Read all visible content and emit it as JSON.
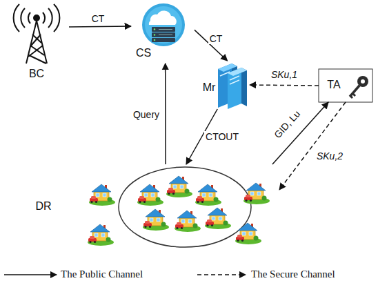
{
  "diagram": {
    "nodes": [
      {
        "text": [
          "BC"
        ]
      },
      {
        "text": [
          "CS"
        ]
      },
      {
        "text": [
          "Mr"
        ]
      },
      {
        "text": [
          "TA"
        ]
      },
      {
        "text": [
          "DR"
        ]
      }
    ],
    "edges": [
      {
        "from": 0,
        "to": 1,
        "label": "CT",
        "arrow": "to"
      },
      {
        "from": 1,
        "to": 2,
        "label": "CT",
        "arrow": "to"
      },
      {
        "from": 3,
        "to": 2,
        "label": "SKu,1",
        "arrow": "to"
      },
      {
        "from": 2,
        "to": 4,
        "label": "CTOUT",
        "arrow": "to"
      },
      {
        "from": 4,
        "to": 1,
        "label": "Query",
        "arrow": "to"
      },
      {
        "from": 4,
        "to": 3,
        "label": "GID, Lu",
        "arrow": "to"
      },
      {
        "from": 3,
        "to": 4,
        "label": "SKu,2",
        "arrow": "to"
      }
    ],
    "legend": [
      {
        "text": "The Public Channel"
      },
      {
        "text": "The Secure Channel"
      }
    ]
  }
}
